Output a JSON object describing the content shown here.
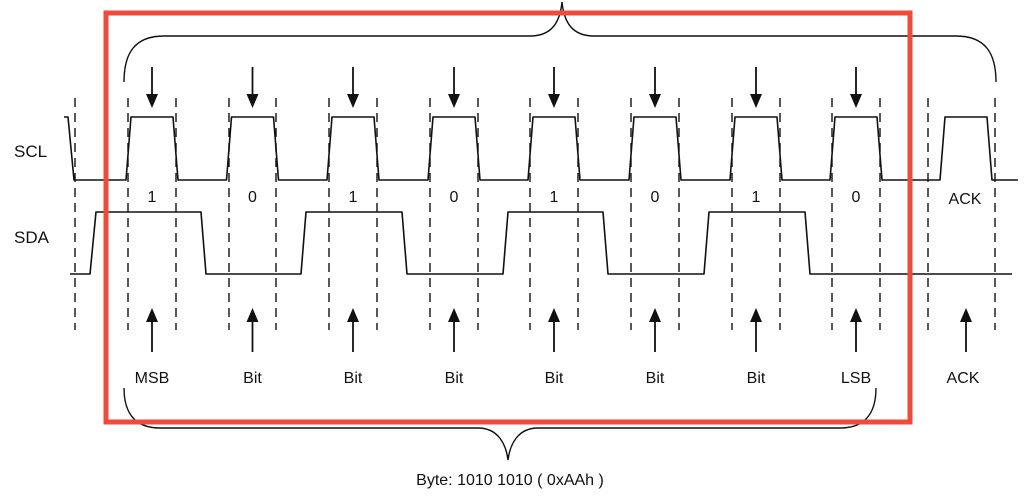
{
  "signals": {
    "scl_label": "SCL",
    "sda_label": "SDA"
  },
  "bits": [
    {
      "value": "1",
      "name": "MSB"
    },
    {
      "value": "0",
      "name": "Bit"
    },
    {
      "value": "1",
      "name": "Bit"
    },
    {
      "value": "0",
      "name": "Bit"
    },
    {
      "value": "1",
      "name": "Bit"
    },
    {
      "value": "0",
      "name": "Bit"
    },
    {
      "value": "1",
      "name": "Bit"
    },
    {
      "value": "0",
      "name": "LSB"
    }
  ],
  "ack": {
    "value": "ACK",
    "name": "ACK"
  },
  "caption": "Byte: 1010 1010 ( 0xAAh )",
  "colors": {
    "highlight": "#ef4a3a",
    "line": "#111111"
  }
}
